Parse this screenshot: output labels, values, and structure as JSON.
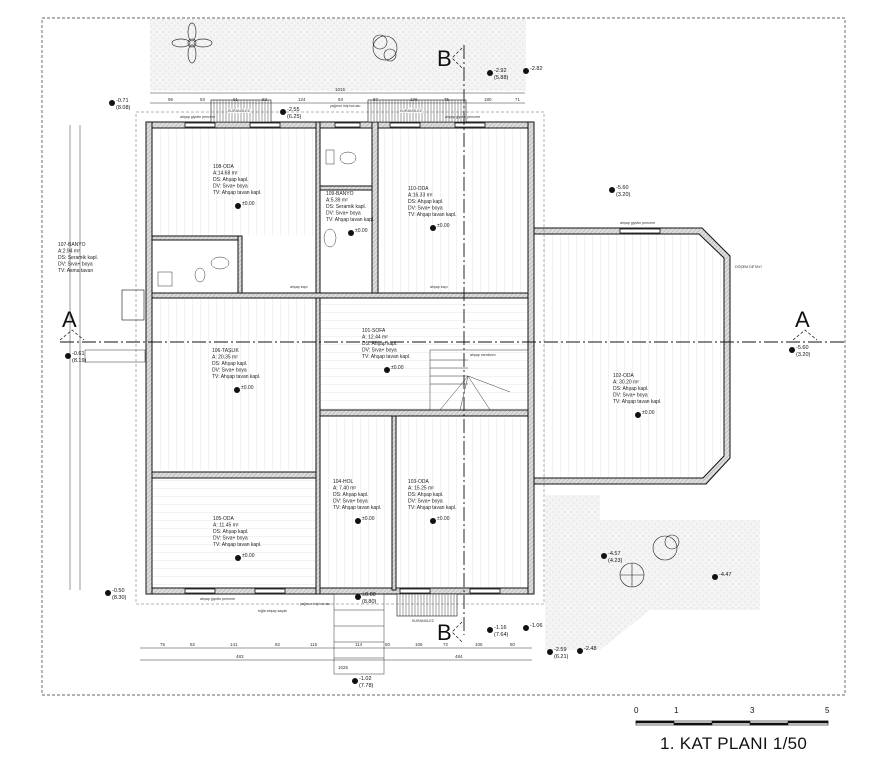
{
  "title": "1. KAT PLANI  1/50",
  "scale_bar": {
    "labels": [
      "0",
      "1",
      "3",
      "5"
    ]
  },
  "sections": {
    "a_label": "A",
    "b_label": "B"
  },
  "rooms": [
    {
      "name": "108-ODA",
      "area": "A:14.68 m²",
      "ds": "DS: Ahşap kapl.",
      "dv": "DV: Sıva+ boya",
      "tv": "TV: Ahşap tavan kapl.",
      "level": "±0.00"
    },
    {
      "name": "109-BANYO",
      "area": "A:5.39 m²",
      "ds": "DS: Seramik kapl.",
      "dv": "DV: Sıva+ boya",
      "tv": "TV: Ahşap tavan kapl.",
      "level": "±0.00"
    },
    {
      "name": "110-ODA",
      "area": "A:16.33 m²",
      "ds": "DS: Ahşap kapl.",
      "dv": "DV: Sıva+ boya",
      "tv": "TV: Ahşap tavan kapl.",
      "level": "±0.00"
    },
    {
      "name": "107-BANYO",
      "area": "A:2.94 m²",
      "ds": "DS: Seramik kapl.",
      "dv": "DV: Sıva+ boya",
      "tv": "TV: Asma tavan",
      "level": ""
    },
    {
      "name": "106-TAŞLIK",
      "area": "A: 20.35 m²",
      "ds": "DS: Ahşap kapl.",
      "dv": "DV: Sıva+ boya",
      "tv": "TV: Ahşap tavan kapl.",
      "level": "±0.00"
    },
    {
      "name": "101-SOFA",
      "area": "A: 12.44 m²",
      "ds": "DS: Ahşap kapl.",
      "dv": "DV: Sıva+ boya",
      "tv": "TV: Ahşap tavan kapl.",
      "level": "±0.00"
    },
    {
      "name": "102-ODA",
      "area": "A: 30.20 m²",
      "ds": "DS: Ahşap kapl.",
      "dv": "DV: Sıva+ boya",
      "tv": "TV: Ahşap tavan kapl.",
      "level": "±0.00"
    },
    {
      "name": "105-ODA",
      "area": "A: 11.45 m²",
      "ds": "DS: Ahşap kapl.",
      "dv": "DV: Sıva+ boya",
      "tv": "TV: Ahşap tavan kapl.",
      "level": "±0.00"
    },
    {
      "name": "104-HOL",
      "area": "A: 7.40 m²",
      "ds": "DS: Ahşap kapl.",
      "dv": "DV: Sıva+ boya",
      "tv": "TV: Ahşap tavan kapl.",
      "level": "±0.00"
    },
    {
      "name": "103-ODA",
      "area": "A: 15.25 m²",
      "ds": "DS: Ahşap kapl.",
      "dv": "DV: Sıva+ boya",
      "tv": "TV: Ahşap tavan kapl.",
      "level": "±0.00"
    }
  ],
  "levels": [
    {
      "v": "-0.71",
      "s": "(8.08)"
    },
    {
      "v": "-2.55",
      "s": "(6.25)"
    },
    {
      "v": "-2.92",
      "s": "(5.88)"
    },
    {
      "v": "-2.82",
      "s": ""
    },
    {
      "v": "-5.60",
      "s": "(3.20)"
    },
    {
      "v": "-0.61",
      "s": "(8.19)"
    },
    {
      "v": "-5.60",
      "s": "(3.20)"
    },
    {
      "v": "-0.50",
      "s": "(8.30)"
    },
    {
      "v": "±0.00",
      "s": "(8.80)"
    },
    {
      "v": "-1.16",
      "s": "(7.64)"
    },
    {
      "v": "-1.06",
      "s": ""
    },
    {
      "v": "-2.59",
      "s": "(6.21)"
    },
    {
      "v": "-2.48",
      "s": ""
    },
    {
      "v": "-1.02",
      "s": "(7.78)"
    },
    {
      "v": "-4.57",
      "s": "(4.23)"
    },
    {
      "v": "-4.47",
      "s": ""
    }
  ],
  "dims_top": {
    "segments": [
      "96",
      "93",
      "91",
      "83",
      "124",
      "93",
      "87",
      "106",
      "75",
      "180",
      "71"
    ],
    "total": "1015"
  },
  "dims_bottom": {
    "segments": [
      "75",
      "82",
      "141",
      "82",
      "115",
      "114",
      "50",
      "105",
      "72",
      "105",
      "80"
    ],
    "totals": [
      "483",
      "484"
    ],
    "overall": "1025"
  },
  "annotations": {
    "kuranglez": "KURANGLEZ",
    "window": "ahşap giyotin pencere",
    "downpipe": "yağmur iniş borusu",
    "door": "ahşap kapı",
    "eaves": "tuğla ahşap saçak",
    "stair": "ahşap merdiven",
    "detail": "DÖŞEM DETAYI"
  }
}
